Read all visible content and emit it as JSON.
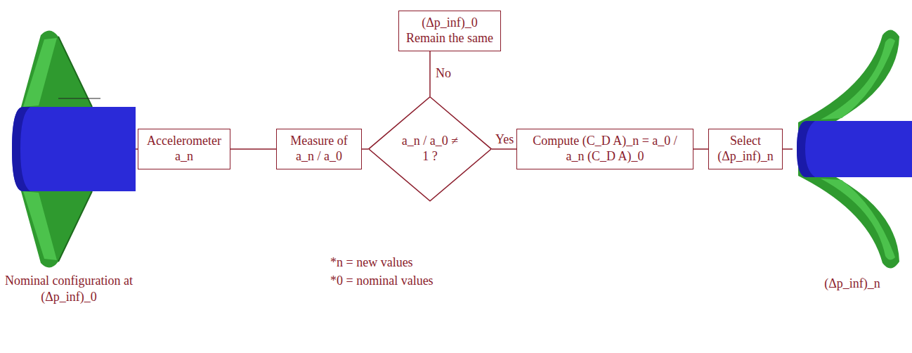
{
  "diagram": {
    "nodes": [
      {
        "text": [
          "Nominal configuration at (Δp_inf)_0"
        ]
      },
      {
        "text": [
          "Accelerometer a_n"
        ]
      },
      {
        "text": [
          "Measure of a_n / a_0"
        ]
      },
      {
        "text": [
          "a_n / a_0 ≠ 1 ?"
        ]
      },
      {
        "text": [
          "(Δp_inf)_0 Remain the same"
        ]
      },
      {
        "text": [
          "Compute (C_D A)_n = a_0 / a_n (C_D A)_0"
        ]
      },
      {
        "text": [
          "Select (Δp_inf)_n"
        ]
      },
      {
        "text": [
          "(Δp_inf)_n"
        ]
      }
    ],
    "edges": [
      {
        "from": 0,
        "to": 1,
        "arrow": "none"
      },
      {
        "from": 1,
        "to": 2,
        "arrow": "none"
      },
      {
        "from": 2,
        "to": 3,
        "arrow": "none"
      },
      {
        "from": 3,
        "to": 4,
        "label": "No",
        "arrow": "none"
      },
      {
        "from": 3,
        "to": 5,
        "label": "Yes",
        "arrow": "none"
      },
      {
        "from": 5,
        "to": 6,
        "arrow": "none"
      },
      {
        "from": 6,
        "to": 7,
        "arrow": "none"
      }
    ],
    "labels": [
      "*n = new values",
      "*0 = nominal values"
    ]
  }
}
